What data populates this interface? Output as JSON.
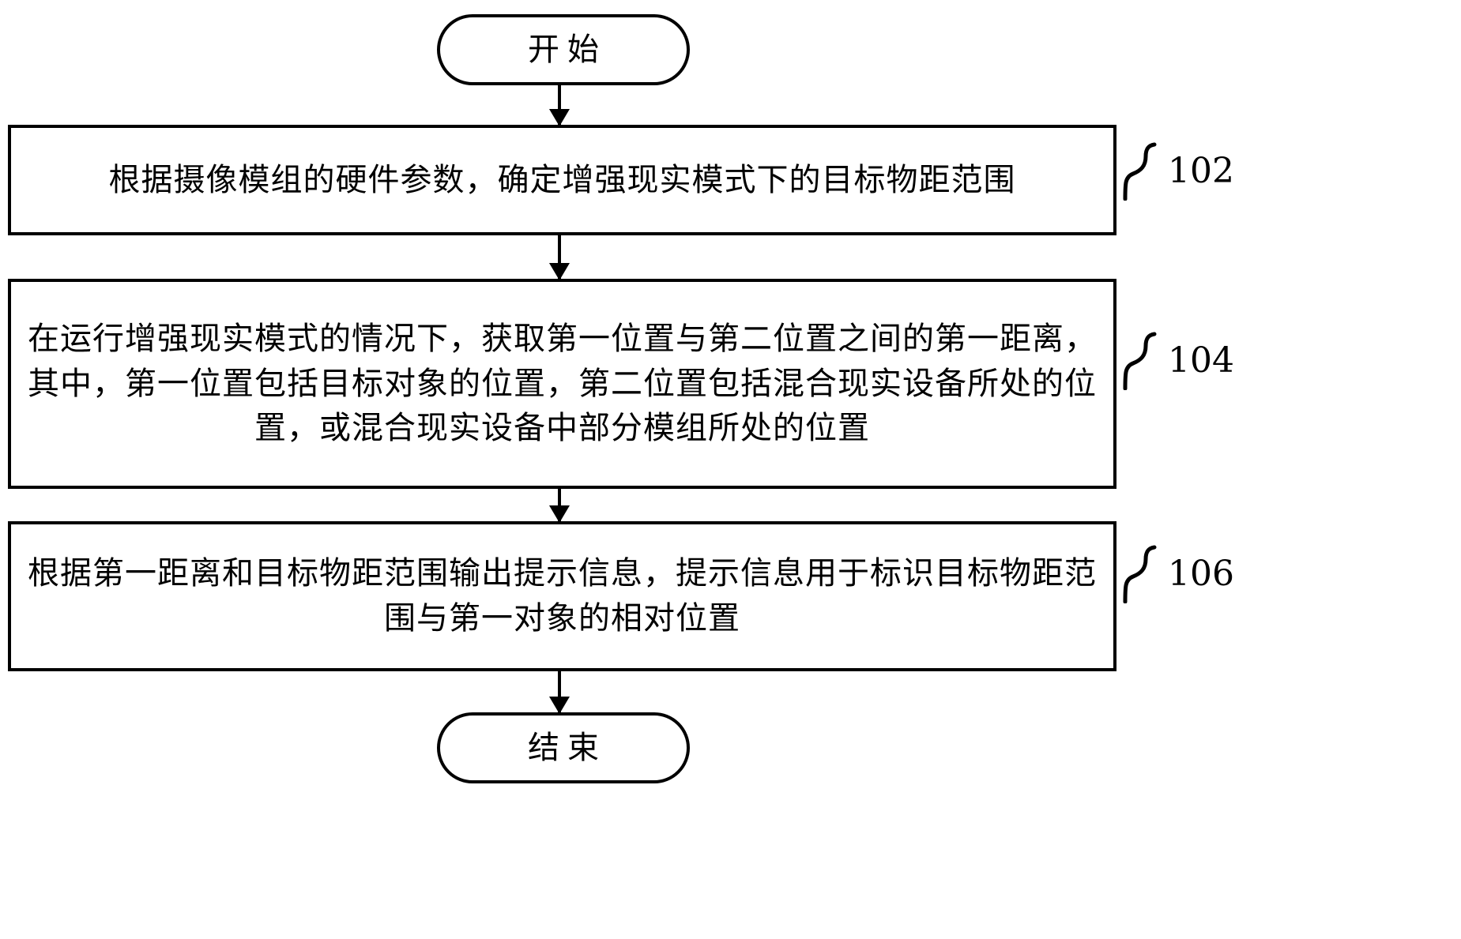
{
  "figure": {
    "type": "flowchart",
    "language": "zh-CN",
    "orientation": "top-to-bottom",
    "stroke_color": "#000000",
    "background_color": "#ffffff"
  },
  "nodes": {
    "start": {
      "shape": "terminator",
      "label": "开始"
    },
    "step_102": {
      "shape": "process",
      "ref": "102",
      "label": "根据摄像模组的硬件参数，确定增强现实模式下的目标物距范围"
    },
    "step_104": {
      "shape": "process",
      "ref": "104",
      "label": "在运行增强现实模式的情况下，获取第一位置与第二位置之间的第一距离，其中，第一位置包括目标对象的位置，第二位置包括混合现实设备所处的位置，或混合现实设备中部分模组所处的位置"
    },
    "step_106": {
      "shape": "process",
      "ref": "106",
      "label": "根据第一距离和目标物距范围输出提示信息，提示信息用于标识目标物距范围与第一对象的相对位置"
    },
    "end": {
      "shape": "terminator",
      "label": "结束"
    }
  },
  "connectors": [
    {
      "from": "start",
      "to": "step_102",
      "arrow": "down"
    },
    {
      "from": "step_102",
      "to": "step_104",
      "arrow": "down"
    },
    {
      "from": "step_104",
      "to": "step_106",
      "arrow": "down"
    },
    {
      "from": "step_106",
      "to": "end",
      "arrow": "down"
    }
  ]
}
